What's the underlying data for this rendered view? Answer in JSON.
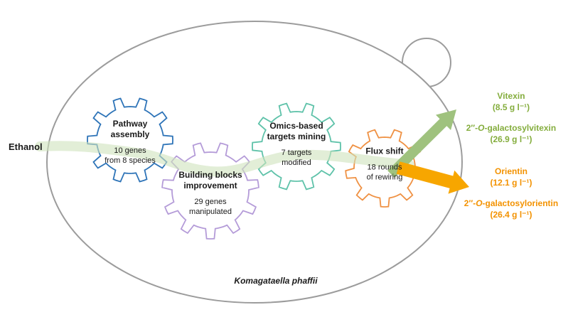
{
  "colors": {
    "cell_outline": "#9c9c9c",
    "flux_band": "#cfe2bd",
    "arrow_green": "#9fc27e",
    "arrow_orange": "#f7a600",
    "text_green": "#84ad3d",
    "text_orange": "#f39200",
    "text_dark": "#1a1a1a"
  },
  "input": {
    "label": "Ethanol"
  },
  "gears": [
    {
      "id": "pathway-assembly",
      "color": "#2e74b8",
      "title": "Pathway\nassembly",
      "detail": "10 genes\nfrom 8 species"
    },
    {
      "id": "building-blocks-improvement",
      "color": "#b49bd8",
      "title": "Building blocks\nimprovement",
      "detail": "29 genes\nmanipulated"
    },
    {
      "id": "omics-based-targets-mining",
      "color": "#5ec2a9",
      "title": "Omics-based\ntargets mining",
      "detail": "7 targets\nmodified"
    },
    {
      "id": "flux-shift",
      "color": "#ef9143",
      "title": "Flux shift",
      "detail": "18 rounds\nof rewiring"
    }
  ],
  "outputs": {
    "green": [
      {
        "name": "Vitexin",
        "titer": "(8.5 g l⁻¹)"
      },
      {
        "prefix": "2″-",
        "o": "O",
        "suffix": "-galactosylvitexin",
        "titer": "(26.9 g l⁻¹)"
      }
    ],
    "orange": [
      {
        "name": "Orientin",
        "titer": "(12.1 g l⁻¹)"
      },
      {
        "prefix": "2″-",
        "o": "O",
        "suffix": "-galactosylorientin",
        "titer": "(26.4 g l⁻¹)"
      }
    ]
  },
  "organism": {
    "name": "Komagataella phaffii"
  }
}
